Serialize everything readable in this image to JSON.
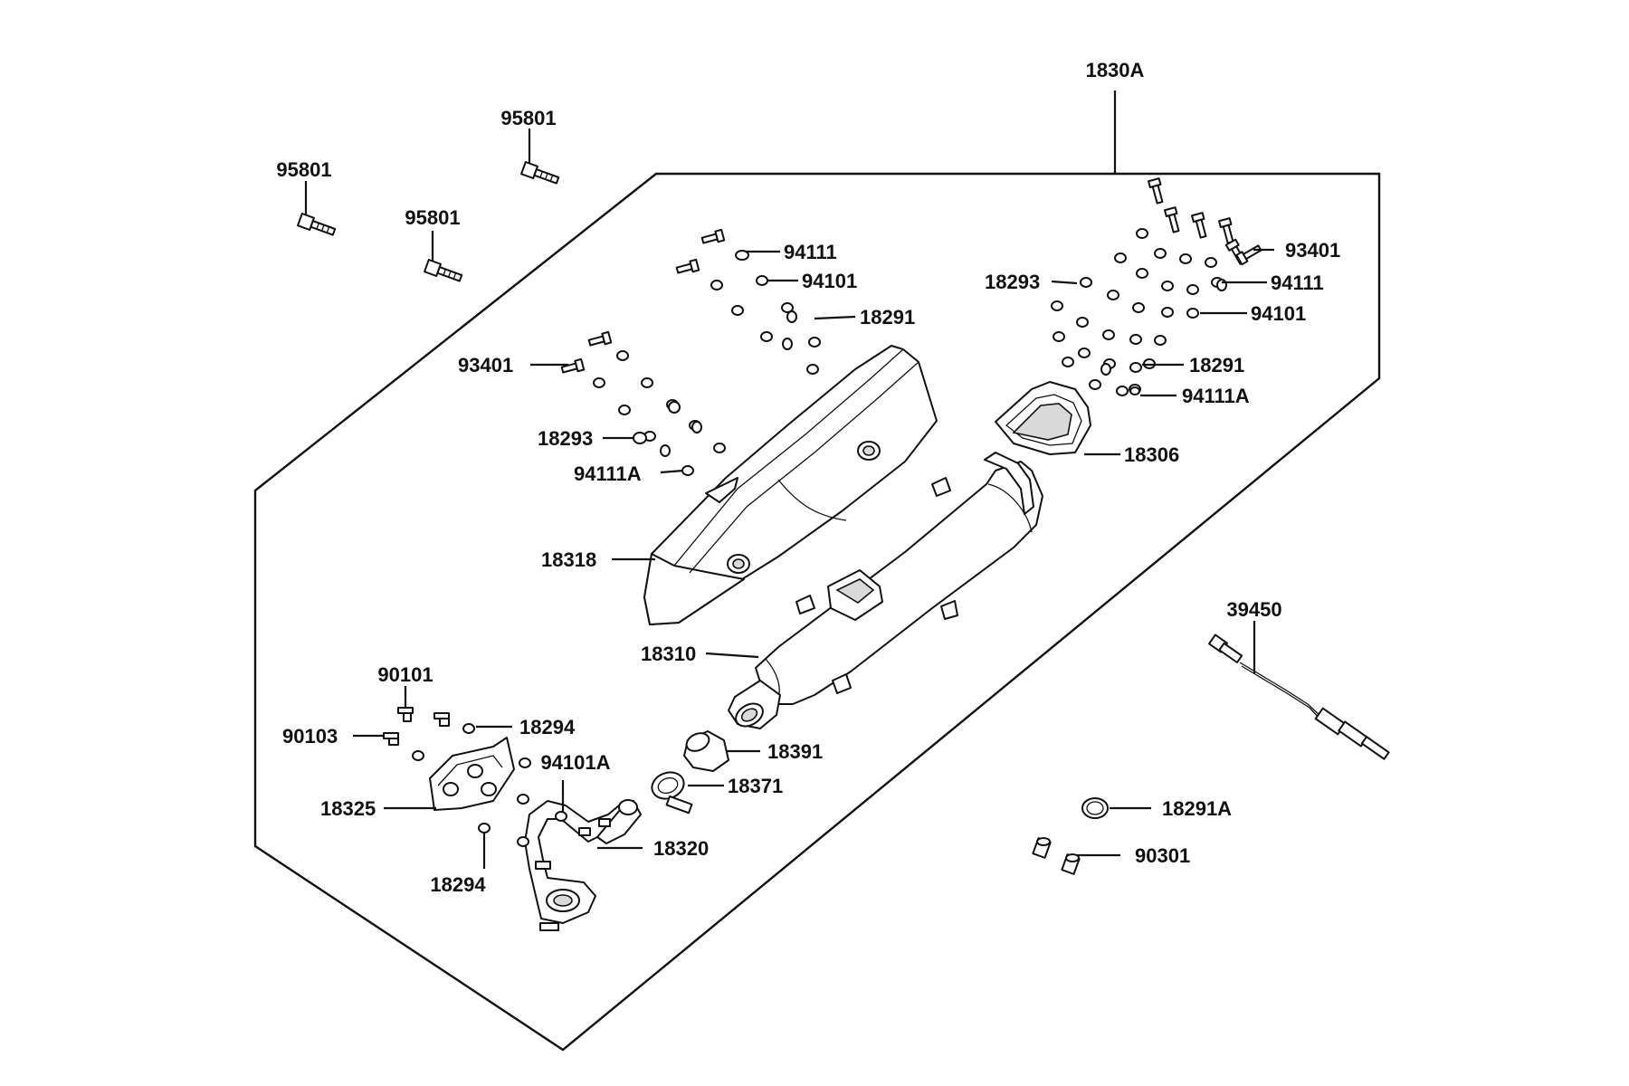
{
  "diagram": {
    "callouts": [
      {
        "id": "c1830A",
        "label": "1830A"
      },
      {
        "id": "c95801a",
        "label": "95801"
      },
      {
        "id": "c95801b",
        "label": "95801"
      },
      {
        "id": "c95801c",
        "label": "95801"
      },
      {
        "id": "c94111a",
        "label": "94111"
      },
      {
        "id": "c94101a",
        "label": "94101"
      },
      {
        "id": "c18291a",
        "label": "18291"
      },
      {
        "id": "c93401a",
        "label": "93401"
      },
      {
        "id": "c18293a",
        "label": "18293"
      },
      {
        "id": "c94111Aa",
        "label": "94111A"
      },
      {
        "id": "c18318",
        "label": "18318"
      },
      {
        "id": "c93401b",
        "label": "93401"
      },
      {
        "id": "c94111b",
        "label": "94111"
      },
      {
        "id": "c94101b",
        "label": "94101"
      },
      {
        "id": "c18293b",
        "label": "18293"
      },
      {
        "id": "c18291b",
        "label": "18291"
      },
      {
        "id": "c94111Ab",
        "label": "94111A"
      },
      {
        "id": "c18306",
        "label": "18306"
      },
      {
        "id": "c18310",
        "label": "18310"
      },
      {
        "id": "c39450",
        "label": "39450"
      },
      {
        "id": "c90101",
        "label": "90101"
      },
      {
        "id": "c90103",
        "label": "90103"
      },
      {
        "id": "c18294a",
        "label": "18294"
      },
      {
        "id": "c94101A",
        "label": "94101A"
      },
      {
        "id": "c18325",
        "label": "18325"
      },
      {
        "id": "c18294b",
        "label": "18294"
      },
      {
        "id": "c18391",
        "label": "18391"
      },
      {
        "id": "c18371",
        "label": "18371"
      },
      {
        "id": "c18320",
        "label": "18320"
      },
      {
        "id": "c18291A",
        "label": "18291A"
      },
      {
        "id": "c90301",
        "label": "90301"
      }
    ]
  }
}
